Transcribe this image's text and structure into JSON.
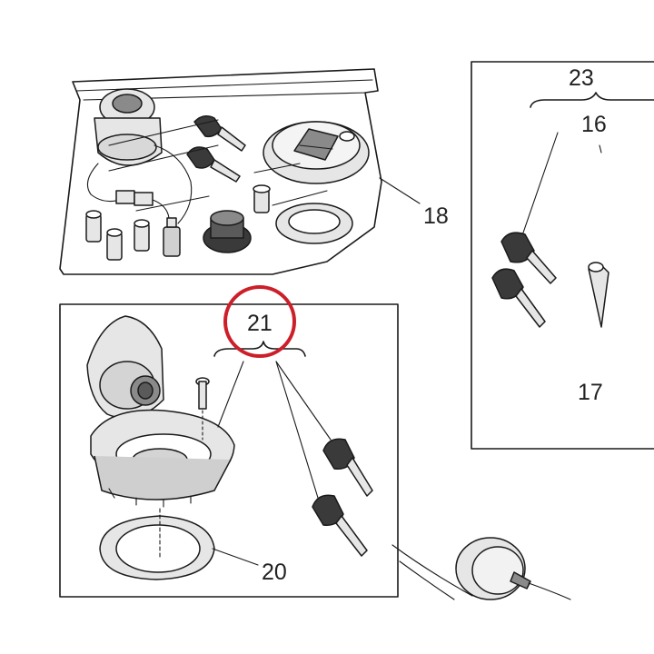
{
  "diagram": {
    "callouts": {
      "c16": "16",
      "c17": "17",
      "c18": "18",
      "c20": "20",
      "c21": "21",
      "c23": "23"
    },
    "colors": {
      "line": "#1a1a1a",
      "part_fill": "#e6e6e6",
      "part_dark": "#8a8a8a",
      "highlight_circle": "#cc1f2a"
    },
    "highlighted_callout": "21"
  }
}
